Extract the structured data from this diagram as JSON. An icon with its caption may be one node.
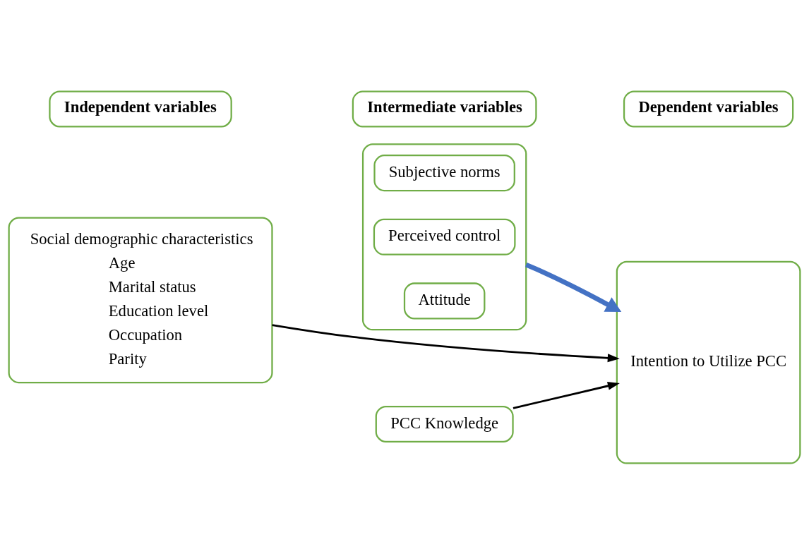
{
  "diagram": {
    "nodes": [
      {
        "text": [
          "Independent variables"
        ]
      },
      {
        "text": [
          "Intermediate variables"
        ]
      },
      {
        "text": [
          "Dependent variables"
        ]
      },
      {
        "text": [
          "Social demographic characteristics",
          "Age",
          "Marital status",
          "Education level",
          "Occupation",
          "Parity"
        ]
      },
      {
        "text": [],
        "shape": "box"
      },
      {
        "text": [
          "Subjective norms"
        ],
        "in": 4
      },
      {
        "text": [
          "Perceived control"
        ],
        "in": 4
      },
      {
        "text": [
          "Attitude"
        ],
        "in": 4
      },
      {
        "text": [
          "PCC Knowledge"
        ]
      },
      {
        "text": [
          "Intention to Utilize PCC"
        ]
      }
    ],
    "edges": [
      {
        "from": 4,
        "to": 9,
        "arrow": "to",
        "style": "thick",
        "color": "#4472c4"
      },
      {
        "from": 3,
        "to": 9,
        "arrow": "to"
      },
      {
        "from": 8,
        "to": 9,
        "arrow": "to"
      }
    ]
  }
}
